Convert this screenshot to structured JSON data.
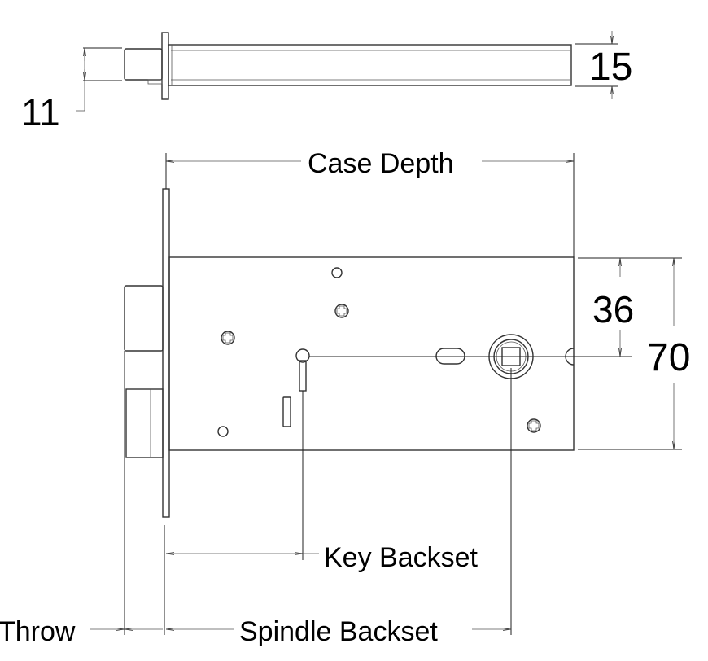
{
  "diagram": {
    "spindle_view": {
      "length_label": "15",
      "stub_label": "11"
    },
    "case_view": {
      "case_depth_label": "Case Depth",
      "center_height_label": "36",
      "case_height_label": "70",
      "key_backset_label": "Key Backset",
      "spindle_backset_label": "Spindle Backset",
      "throw_label": "Throw"
    }
  }
}
